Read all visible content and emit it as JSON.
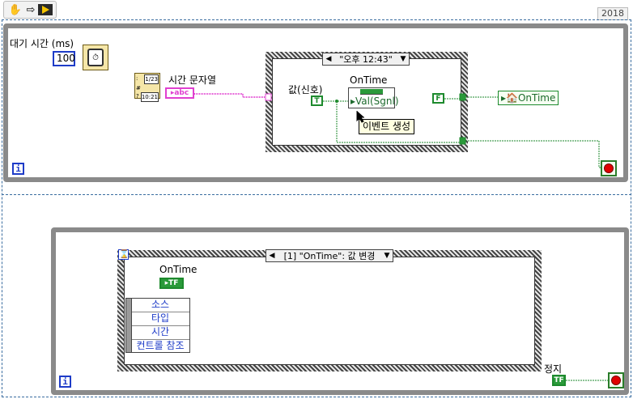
{
  "toolbar": {
    "run_icon": "hand-icon",
    "arrow_icon": "arrow-right-icon",
    "highlight_icon": "run-arrow-icon",
    "version": "2018"
  },
  "loop1": {
    "wait_label": "대기 시간 (ms)",
    "wait_value": "100",
    "time_string_label": "시간 문자열",
    "time_string_terminal": "▸abc",
    "case_selector": "\"오후 12:43\"",
    "value_label": "값(신호)",
    "bool_true": "T",
    "bool_false": "F",
    "prop_owner": "OnTime",
    "prop_item": "▸Val(Sgnl)",
    "tooltip": "이벤트 생성",
    "local_var": "▸🏠OnTime",
    "loop_index": "i"
  },
  "loop2": {
    "event_selector": "[1] \"OnTime\": 값 변경",
    "ontime_label": "OnTime",
    "ontime_terminal": "▸TF",
    "event_data": [
      "소스",
      "타입",
      "시간",
      "컨트롤 참조"
    ],
    "stop_label": "정지",
    "stop_terminal": "TF",
    "loop_index": "i"
  },
  "colors": {
    "loop_border": "#8a8a8a",
    "blue_wire": "#1e3cc8",
    "string_wire": "#e040d0",
    "bool_wire": "#1d8a2d"
  }
}
